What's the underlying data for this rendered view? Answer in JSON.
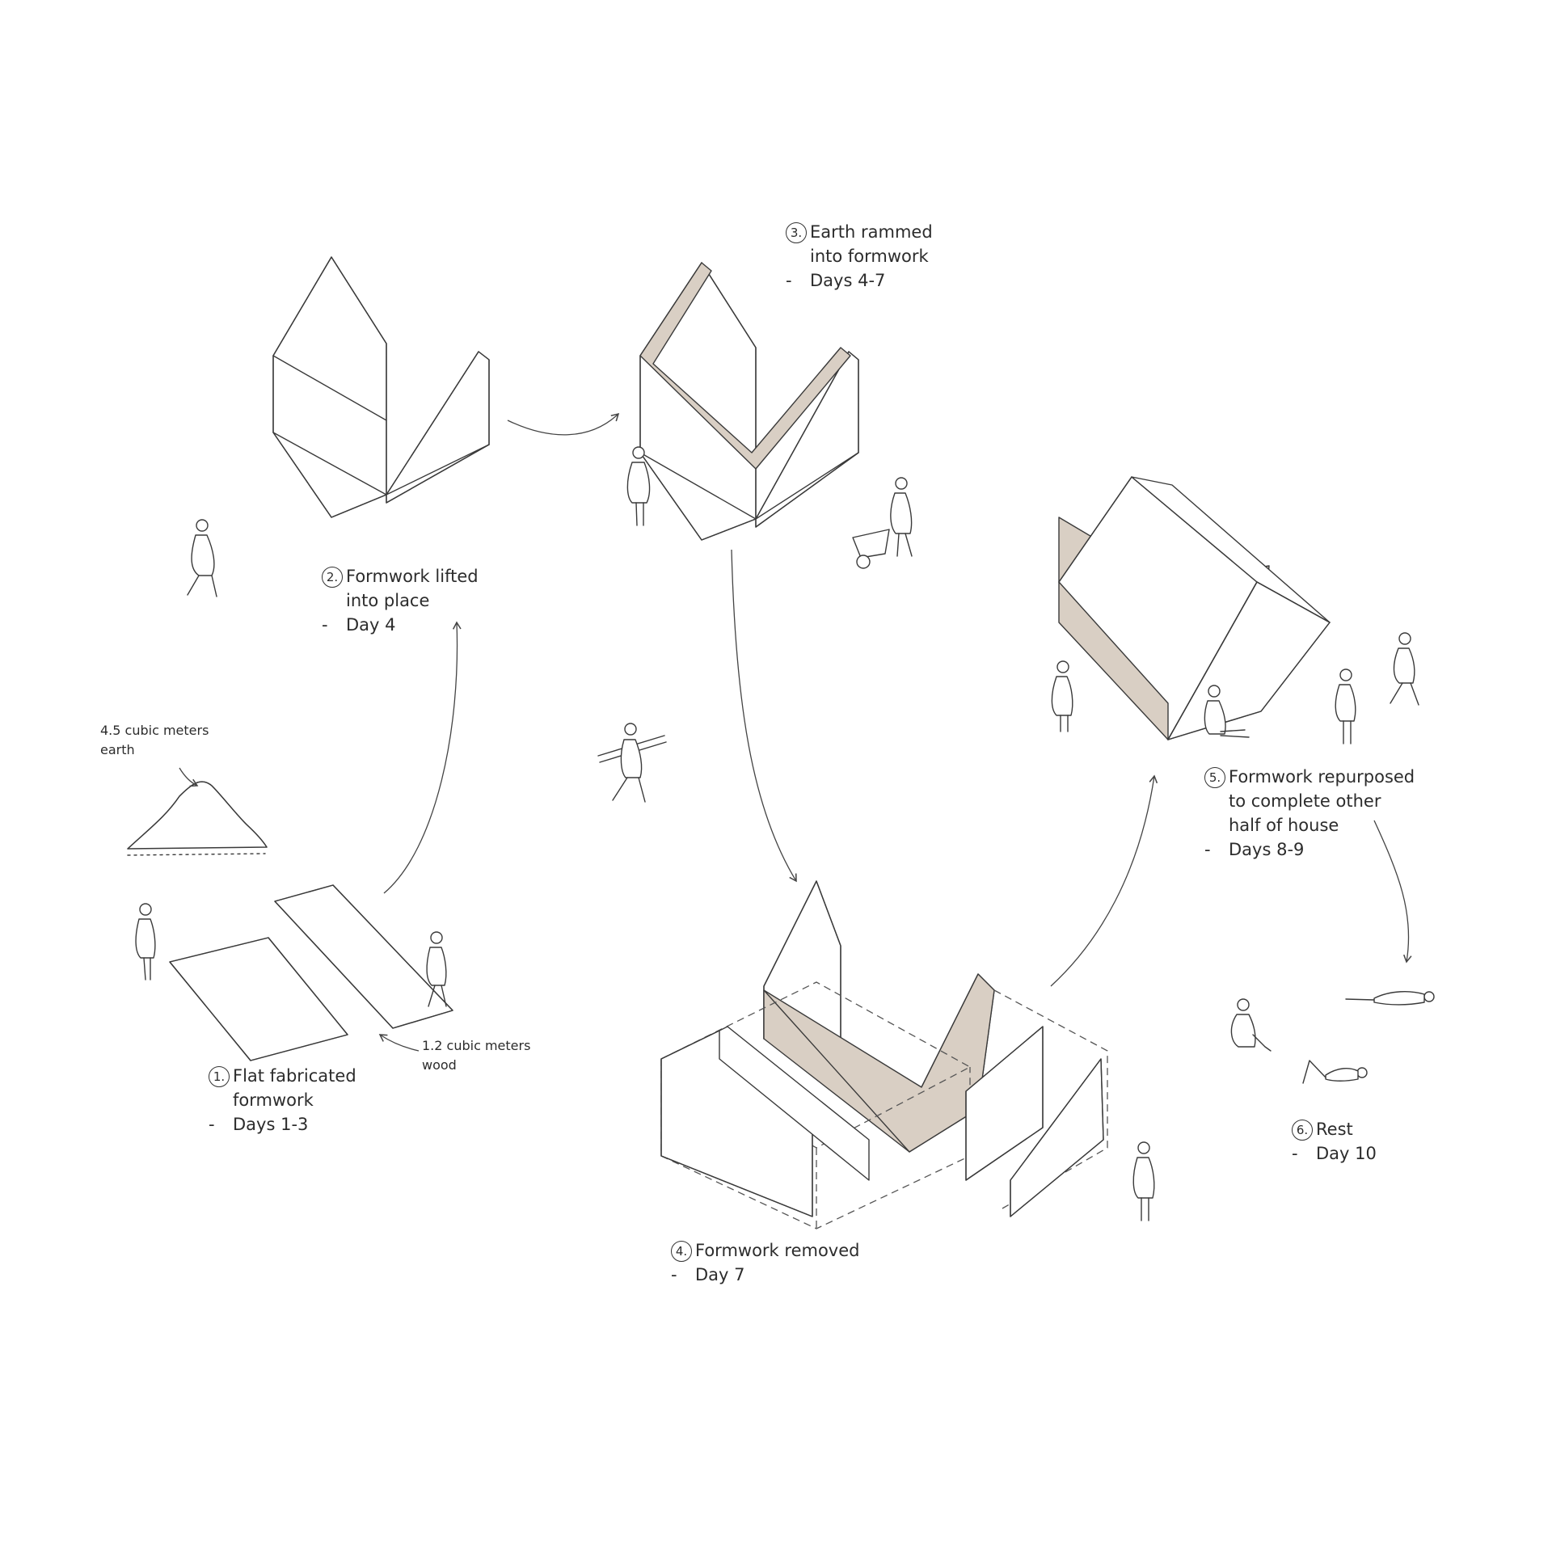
{
  "colors": {
    "earth": "#d9cfc4",
    "ink": "#3a3a3a",
    "background": "#ffffff"
  },
  "steps": [
    {
      "number": "1.",
      "title_line1": "Flat fabricated",
      "title_line2": "formwork",
      "duration": "Days 1-3"
    },
    {
      "number": "2.",
      "title_line1": "Formwork lifted",
      "title_line2": "into place",
      "duration": "Day 4"
    },
    {
      "number": "3.",
      "title_line1": "Earth rammed",
      "title_line2": "into formwork",
      "duration": "Days 4-7"
    },
    {
      "number": "4.",
      "title_line1": "Formwork removed",
      "duration": "Day 7"
    },
    {
      "number": "5.",
      "title_line1": "Formwork repurposed",
      "title_line2": "to complete other",
      "title_line3": "half of house",
      "duration": "Days 8-9"
    },
    {
      "number": "6.",
      "title_line1": "Rest",
      "duration": "Day 10"
    }
  ],
  "annotations": {
    "earth_line1": "4.5 cubic meters",
    "earth_line2": "earth",
    "wood_line1": "1.2 cubic meters",
    "wood_line2": "wood"
  },
  "dash": "-"
}
